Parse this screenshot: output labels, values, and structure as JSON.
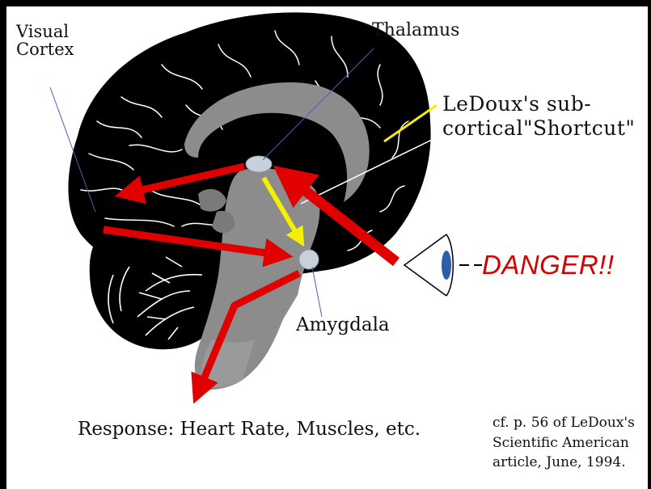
{
  "labels": {
    "visual_cortex_line1": "Visual",
    "visual_cortex_line2": "Cortex",
    "thalamus": "Thalamus",
    "shortcut_line1": "LeDoux's sub-",
    "shortcut_line2": "cortical\"Shortcut\"",
    "amygdala": "Amygdala",
    "danger": "DANGER!!",
    "response": "Response: Heart Rate, Muscles, etc.",
    "citation_line1": "cf. p. 56 of LeDoux's",
    "citation_line2": "Scientific American",
    "citation_line3": "article, June, 1994."
  },
  "colors": {
    "pathway_arrow": "#e00000",
    "shortcut_arrow": "#f5f000",
    "shortcut_leader": "#f5f000",
    "brain": "#000000",
    "inner_tissue": "#8c8c8c",
    "nucleus": "#c8d0dc",
    "eye_iris": "#2b5fa8",
    "danger_text": "#d40000"
  },
  "icons": {
    "eye": "eye-icon"
  }
}
